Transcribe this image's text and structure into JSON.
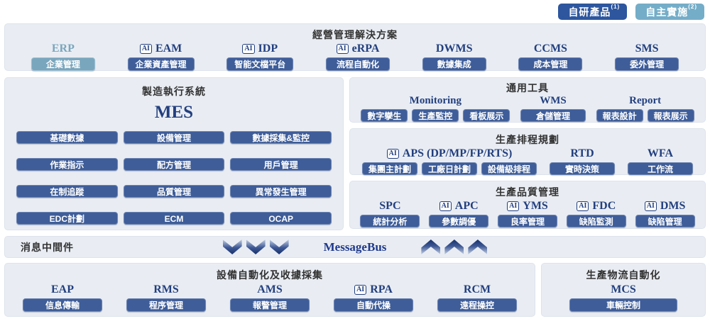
{
  "colors": {
    "section_bg": "#e9edf3",
    "section_border": "#dde3ec",
    "navy_pill": "#3e5d99",
    "pill_border": "#6d84b2",
    "light_pill": "#7aa6bd",
    "navy_text": "#223f7f",
    "title_text": "#333333",
    "legend_dark": "#2d569e",
    "legend_light": "#74adc8"
  },
  "ai_badge_label": "AI",
  "legend": {
    "self_developed": {
      "label": "自研產品",
      "sup": "(1)"
    },
    "self_implemented": {
      "label": "自主實施",
      "sup": "(2)"
    }
  },
  "icons": {
    "down_arrow": "chevron-down",
    "up_arrow": "chevron-up"
  },
  "sections": {
    "business": {
      "title": "經營管理解決方案",
      "items": [
        {
          "acronym": "ERP",
          "ai": false,
          "variant": "light",
          "pill": "企業管理"
        },
        {
          "acronym": "EAM",
          "ai": true,
          "variant": "dark",
          "pill": "企業資產管理"
        },
        {
          "acronym": "IDP",
          "ai": true,
          "variant": "dark",
          "pill": "智能文檔平台"
        },
        {
          "acronym": "eRPA",
          "ai": true,
          "variant": "dark",
          "pill": "流程自動化"
        },
        {
          "acronym": "DWMS",
          "ai": false,
          "variant": "dark",
          "pill": "數據集成"
        },
        {
          "acronym": "CCMS",
          "ai": false,
          "variant": "dark",
          "pill": "成本管理"
        },
        {
          "acronym": "SMS",
          "ai": false,
          "variant": "dark",
          "pill": "委外管理"
        }
      ]
    },
    "mes": {
      "title": "製造執行系統",
      "acronym": "MES",
      "pills": [
        "基礎數據",
        "設備管理",
        "數據採集&監控",
        "作業指示",
        "配方管理",
        "用戶管理",
        "在制追蹤",
        "品質管理",
        "異常發生管理",
        "EDC計劃",
        "ECM",
        "OCAP"
      ]
    },
    "tools": {
      "title": "通用工具",
      "groups": [
        {
          "acronym": "Monitoring",
          "ai": false,
          "pills": [
            "數字孿生",
            "生產監控",
            "看板展示"
          ]
        },
        {
          "acronym": "WMS",
          "ai": false,
          "pills": [
            "倉儲管理"
          ]
        },
        {
          "acronym": "Report",
          "ai": false,
          "pills": [
            "報表設計",
            "報表展示"
          ]
        }
      ]
    },
    "scheduling": {
      "title": "生產排程規劃",
      "groups": [
        {
          "acronym": "APS (DP/MP/FP/RTS)",
          "ai": true,
          "pills": [
            "集團主計劃",
            "工廠日計劃",
            "設備級排程"
          ]
        },
        {
          "acronym": "RTD",
          "ai": false,
          "pills": [
            "實時決策"
          ]
        },
        {
          "acronym": "WFA",
          "ai": false,
          "pills": [
            "工作流"
          ]
        }
      ]
    },
    "quality": {
      "title": "生產品質管理",
      "groups": [
        {
          "acronym": "SPC",
          "ai": false,
          "pills": [
            "統計分析"
          ]
        },
        {
          "acronym": "APC",
          "ai": true,
          "pills": [
            "參數調優"
          ]
        },
        {
          "acronym": "YMS",
          "ai": true,
          "pills": [
            "良率管理"
          ]
        },
        {
          "acronym": "FDC",
          "ai": true,
          "pills": [
            "缺陷監測"
          ]
        },
        {
          "acronym": "DMS",
          "ai": true,
          "pills": [
            "缺陷管理"
          ]
        }
      ]
    },
    "message_bus": {
      "label": "消息中間件",
      "bus_label": "MessageBus"
    },
    "automation": {
      "title": "設備自動化及收據採集",
      "groups": [
        {
          "acronym": "EAP",
          "ai": false,
          "pills": [
            "信息傳輸"
          ]
        },
        {
          "acronym": "RMS",
          "ai": false,
          "pills": [
            "程序管理"
          ]
        },
        {
          "acronym": "AMS",
          "ai": false,
          "pills": [
            "報警管理"
          ]
        },
        {
          "acronym": "RPA",
          "ai": true,
          "pills": [
            "自動代操"
          ]
        },
        {
          "acronym": "RCM",
          "ai": false,
          "pills": [
            "遠程操控"
          ]
        }
      ]
    },
    "logistics": {
      "title": "生產物流自動化",
      "groups": [
        {
          "acronym": "MCS",
          "ai": false,
          "pills": [
            "車輛控制"
          ]
        }
      ]
    }
  }
}
